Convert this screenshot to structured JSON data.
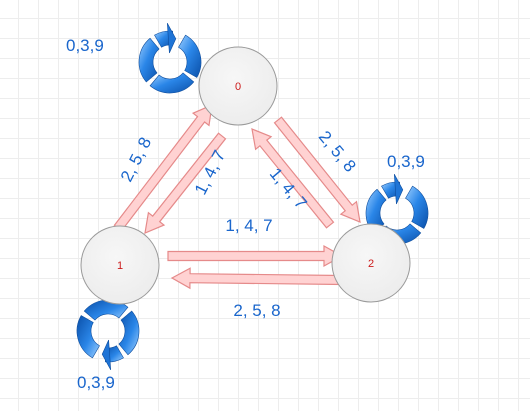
{
  "diagram": {
    "states": [
      {
        "id": "0",
        "label": "0"
      },
      {
        "id": "1",
        "label": "1"
      },
      {
        "id": "2",
        "label": "2"
      }
    ],
    "self_loops": [
      {
        "state": "0",
        "label": "0,3,9"
      },
      {
        "state": "2",
        "label": "0,3,9"
      },
      {
        "state": "1",
        "label": "0,3,9"
      }
    ],
    "transitions": [
      {
        "from": "1",
        "to": "0",
        "label": "2, 5, 8"
      },
      {
        "from": "0",
        "to": "1",
        "label": "1, 4, 7"
      },
      {
        "from": "2",
        "to": "0",
        "label": "1, 4, 7"
      },
      {
        "from": "0",
        "to": "2",
        "label": "2, 5, 8"
      },
      {
        "from": "1",
        "to": "2",
        "label": "1, 4, 7"
      },
      {
        "from": "2",
        "to": "1",
        "label": "2, 5, 8"
      }
    ],
    "colors": {
      "node_fill": "#f2f2f2",
      "node_stroke": "#9a9a9a",
      "state_text": "#cc1a1a",
      "arrow_fill": "#ffd2d2",
      "arrow_stroke": "#e58a8a",
      "label_text": "#1a66cc",
      "loop_icon": "#1e74d6"
    }
  }
}
